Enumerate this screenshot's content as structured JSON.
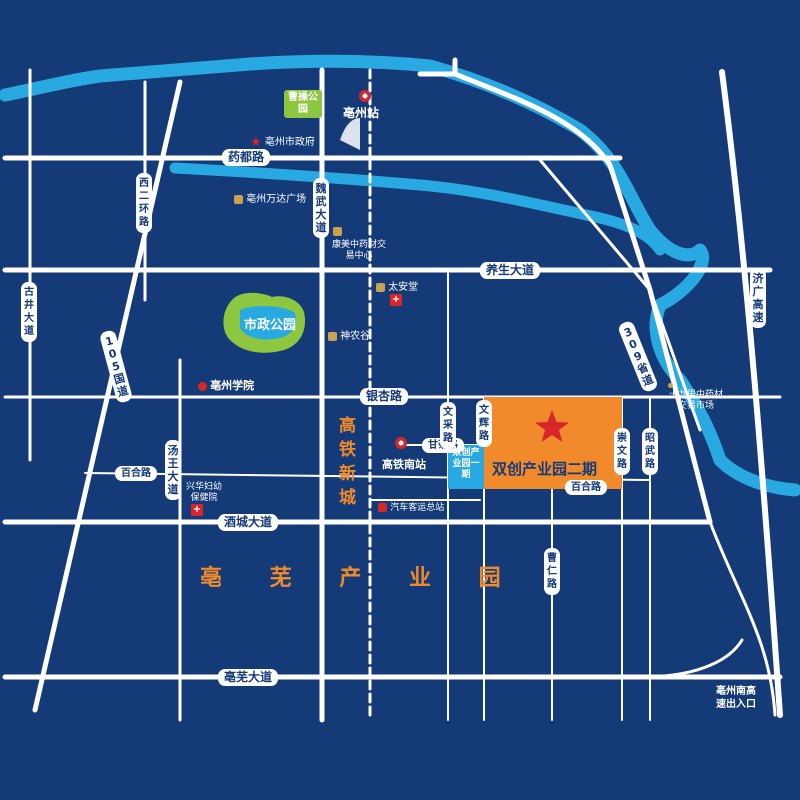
{
  "roads": {
    "yaodu": "药都路",
    "yangsheng": "养生大道",
    "yinxing": "银杏路",
    "jiucheng": "酒城大道",
    "bowu": "亳芜大道",
    "baihe_left": "百合路",
    "baihe_right": "百合路",
    "xier": "西二环路",
    "gujing": "古井大道",
    "guodao105": "105国道",
    "tangwang": "汤王大道",
    "weiwu": "魏武大道",
    "wencai": "文采路",
    "wenhui": "文辉路",
    "ganju": "甘菊路",
    "chongwen": "崇文路",
    "zhaowu": "昭武路",
    "caoren": "曹仁路",
    "sheng309": "309省道",
    "jiguang": "济广高速"
  },
  "places": {
    "caocao_park": "曹操公园",
    "bozhou_station": "亳州站",
    "gov": "亳州市政府",
    "wanda": "亳州万达广场",
    "kangmei": "康美中药材交易中心",
    "taian": "太安堂",
    "shennong": "神农谷",
    "shizheng_park": "市政公园",
    "college": "亳州学院",
    "gaotie_south": "高铁南站",
    "xinghua": "兴华妇幼保健院",
    "bus_station": "汽车客运总站",
    "shijiuli": "十九里中药材交易市场",
    "highway_exit": "亳州南高速出入口",
    "gaotie_city": "高铁新城",
    "bowu_park": "亳 芜 产 业 园",
    "sc_phase1": "双创产业园一期",
    "sc_phase2": "双创产业园二期"
  },
  "colors": {
    "background": "#153a78",
    "road": "#ffffff",
    "river": "#29a9e1",
    "park": "#8dc63f",
    "phase2": "#f08a2a",
    "phase1": "#29a9e1",
    "star": "#d7262a",
    "label_text": "#153a78"
  }
}
